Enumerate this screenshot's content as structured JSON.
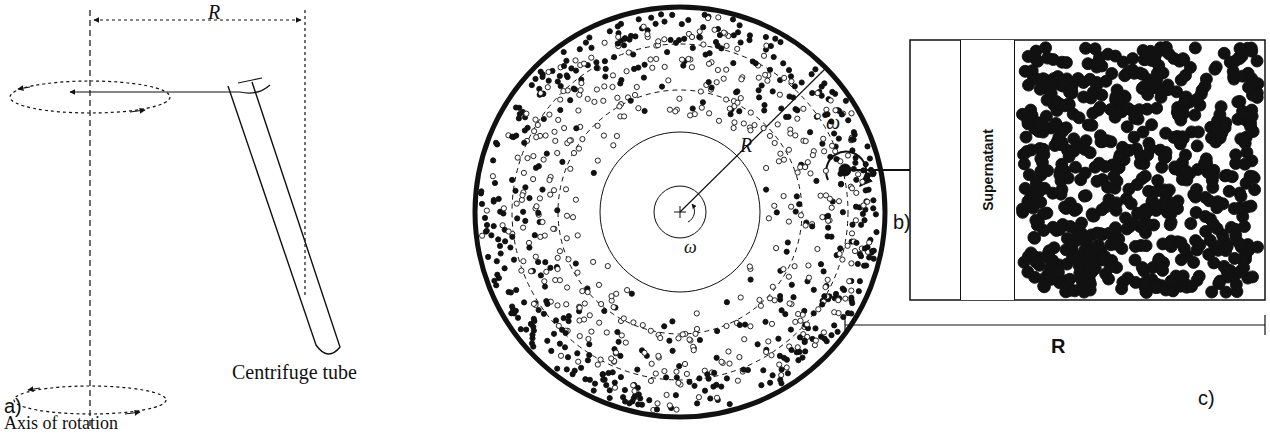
{
  "diagram": {
    "nodes": [
      {
        "text": [
          "Supernatant"
        ]
      }
    ],
    "labels": [
      "R",
      "Centrifuge tube",
      "a)",
      "Axis of rotation",
      "R",
      "ω",
      "b)",
      "ω",
      "R",
      "c)"
    ]
  }
}
